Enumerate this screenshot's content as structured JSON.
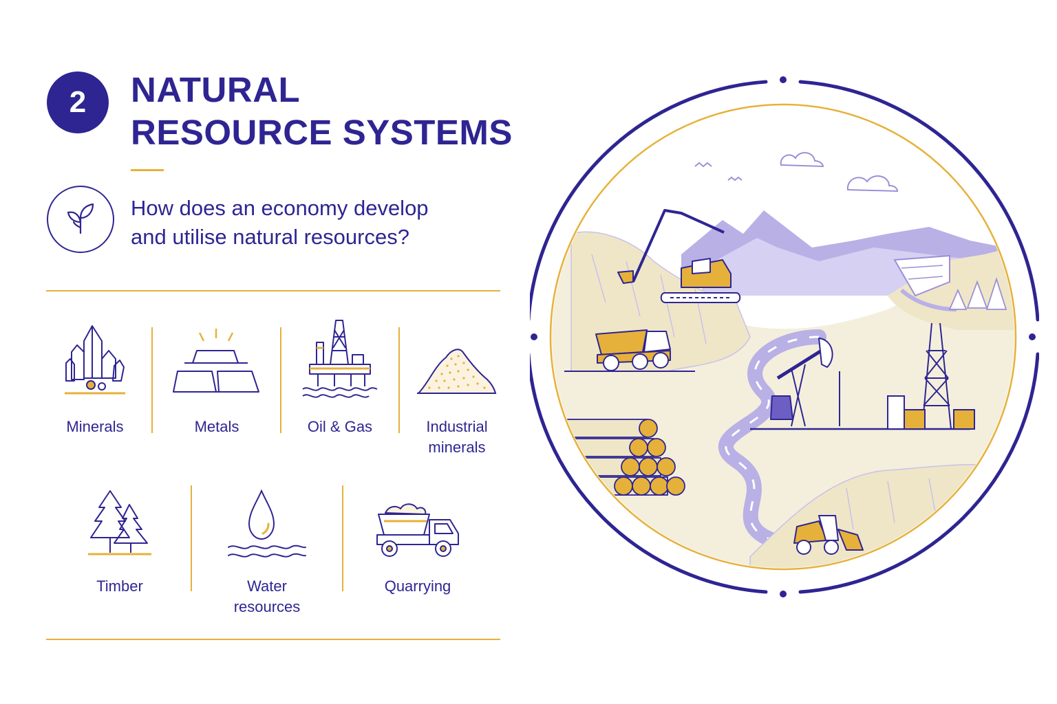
{
  "section": {
    "number": "2",
    "title_line1": "NATURAL",
    "title_line2": "RESOURCE SYSTEMS"
  },
  "question": {
    "icon": "sprout-leaf-icon",
    "line1": "How does an economy develop",
    "line2": "and utilise natural resources?"
  },
  "resources": [
    {
      "icon": "crystal-icon",
      "label": [
        "Minerals"
      ]
    },
    {
      "icon": "metal-bars-icon",
      "label": [
        "Metals"
      ]
    },
    {
      "icon": "oil-rig-icon",
      "label": [
        "Oil & Gas"
      ]
    },
    {
      "icon": "sand-pile-icon",
      "label": [
        "Industrial",
        "minerals"
      ]
    },
    {
      "icon": "pine-trees-icon",
      "label": [
        "Timber"
      ]
    },
    {
      "icon": "water-drop-icon",
      "label": [
        "Water",
        "resources"
      ]
    },
    {
      "icon": "dump-truck-icon",
      "label": [
        "Quarrying"
      ]
    }
  ],
  "colors": {
    "primary": "#2e2592",
    "accent": "#e6b13a",
    "lavender": "#9b8fd6",
    "sand": "#efe6c8"
  }
}
